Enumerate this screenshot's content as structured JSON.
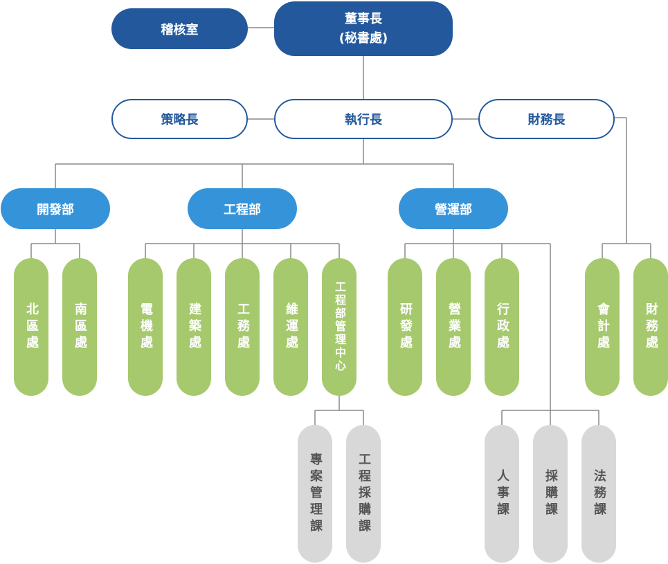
{
  "top": {
    "audit": "稽核室",
    "chairman_line1": "董事長",
    "chairman_line2": "(秘書處)"
  },
  "executives": {
    "strategy": "策略長",
    "ceo": "執行長",
    "cfo": "財務長"
  },
  "departments": {
    "development": "開發部",
    "engineering": "工程部",
    "operations": "營運部"
  },
  "offices": {
    "north": "北區處",
    "south": "南區處",
    "electrical": "電機處",
    "construction": "建築處",
    "works": "工務處",
    "maintenance": "維運處",
    "pm_center": "工程部管理中心",
    "rnd": "研發處",
    "business": "營業處",
    "admin": "行政處",
    "accounting": "會計處",
    "finance": "財務處"
  },
  "sections": {
    "project_mgmt": "專案管理課",
    "procurement_eng": "工程採購課",
    "hr": "人事課",
    "procurement": "採購課",
    "legal": "法務課"
  },
  "colors": {
    "dark_blue": "#23599c",
    "mid_blue": "#3593d9",
    "green": "#a6c96d",
    "gray": "#d8d8d8",
    "line": "#888888"
  }
}
